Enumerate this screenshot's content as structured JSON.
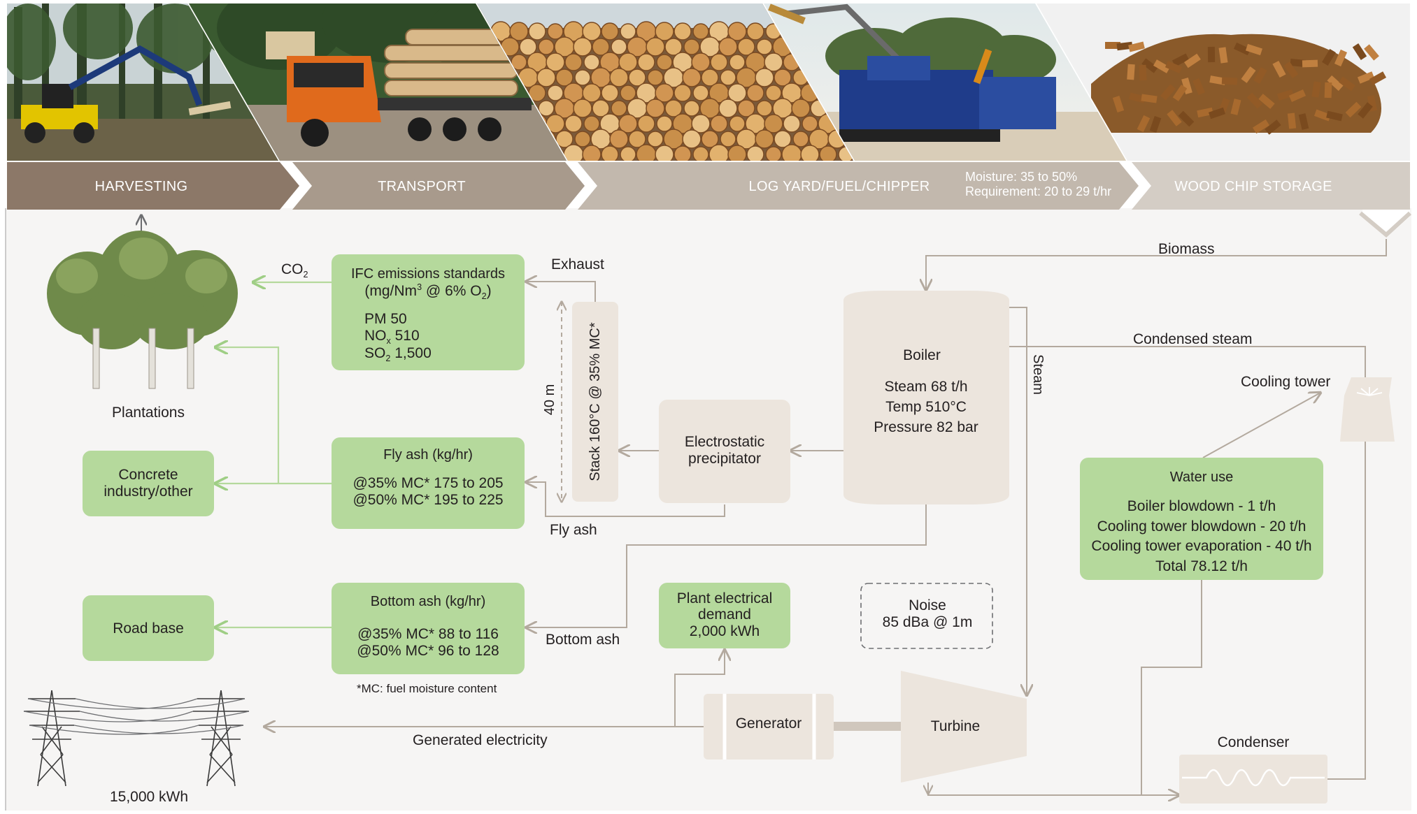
{
  "header": {
    "stages": [
      {
        "label": "HARVESTING",
        "scene": "harvester"
      },
      {
        "label": "TRANSPORT",
        "scene": "log-truck"
      },
      {
        "label": "LOG YARD/FUEL/CHIPPER",
        "scene": "log-pile"
      },
      {
        "label": "WOOD CHIP STORAGE",
        "scene": "wood-chips"
      }
    ],
    "moisture_note": [
      "Moisture: 35 to 50%",
      "Requirement: 20 to 29 t/hr"
    ]
  },
  "labels": {
    "co2": "CO",
    "co2_sub": "2",
    "exhaust": "Exhaust",
    "biomass": "Biomass",
    "condensed_steam": "Condensed steam",
    "steam": "Steam",
    "fly_ash_flow": "Fly ash",
    "bottom_ash_flow": "Bottom ash",
    "generated_electricity": "Generated electricity",
    "plantations": "Plantations",
    "cooling_tower": "Cooling tower",
    "condenser": "Condenser",
    "stack_height": "40 m",
    "stack": "Stack 160°C @ 35% MC*",
    "electricity_total": "15,000 kWh",
    "mc_note": "*MC: fuel moisture content"
  },
  "boxes": {
    "ifc": {
      "title": "IFC emissions standards",
      "unit_pre": "(mg/Nm",
      "unit_sup": "3",
      "unit_mid": " @ 6% O",
      "unit_sub": "2",
      "unit_post": ")",
      "pm": "PM 50",
      "nox_a": "NO",
      "nox_sub": "x",
      "nox_b": " 510",
      "so2_a": "SO",
      "so2_sub": "2",
      "so2_b": " 1,500"
    },
    "fly_ash": {
      "title": "Fly ash (kg/hr)",
      "line1": "@35% MC* 175 to 205",
      "line2": "@50% MC* 195 to 225"
    },
    "bottom_ash": {
      "title": "Bottom ash (kg/hr)",
      "line1": "@35% MC* 88 to 116",
      "line2": "@50% MC* 96 to 128"
    },
    "concrete": [
      "Concrete",
      "industry/other"
    ],
    "road_base": "Road base",
    "esp": [
      "Electrostatic",
      "precipitator"
    ],
    "boiler": {
      "title": "Boiler",
      "line1": "Steam 68 t/h",
      "line2": "Temp 510°C",
      "line3": "Pressure 82 bar"
    },
    "plant_demand": [
      "Plant electrical",
      "demand",
      "2,000 kWh"
    ],
    "noise": [
      "Noise",
      "85 dBa @ 1m"
    ],
    "generator": "Generator",
    "turbine": "Turbine",
    "water_use": {
      "title": "Water use",
      "lines": [
        "Boiler blowdown - 1 t/h",
        "Cooling tower blowdown - 20 t/h",
        "Cooling tower evaporation - 40 t/h",
        "Total 78.12 t/h"
      ]
    }
  },
  "colors": {
    "band_dark": "#8c7868",
    "band_mid": "#a89a8c",
    "band_light": "#c2b8ad",
    "band_pale": "#d4cdc5",
    "green_box": "#b5d99c",
    "beige_box": "#ece5dd",
    "panel_bg": "#f6f5f4",
    "flow_line": "#b3a99e",
    "green_arrow": "#b5d99c"
  }
}
